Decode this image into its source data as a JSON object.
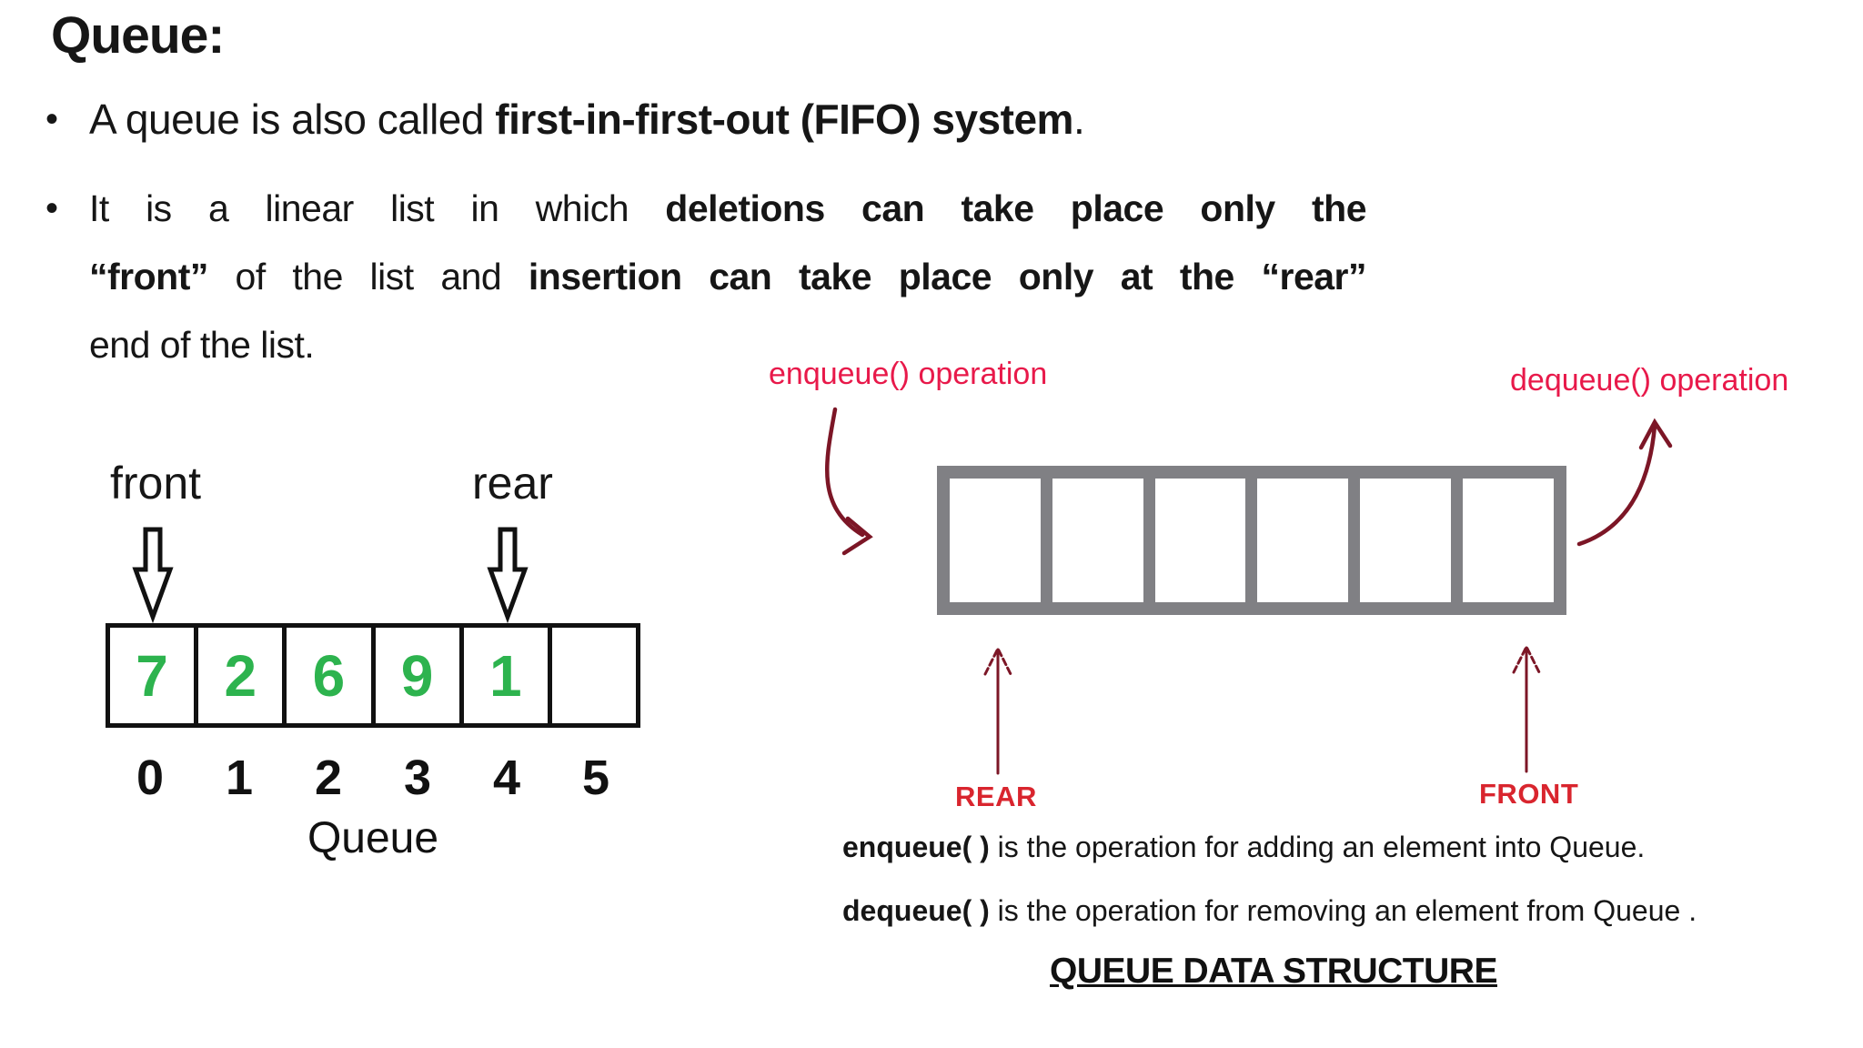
{
  "colors": {
    "background": "#ffffff",
    "text_black": "#161616",
    "value_green": "#2db34e",
    "label_red": "#e8194a",
    "badge_red": "#d9252e",
    "arrow_dark_red": "#7c1626",
    "array_gray": "#808084"
  },
  "title": "Queue:",
  "bullets": {
    "marker": "•",
    "b1_pre": "A queue is also called ",
    "b1_bold": "first-in-first-out (FIFO) system",
    "b1_post": ".",
    "b2_l1_normal": "It is a linear list in which ",
    "b2_l1_bold": "deletions can take place only the",
    "b2_l2_bold1": "“front”",
    "b2_l2_normal": " of the list and ",
    "b2_l2_bold2": "insertion can take place only at the “rear”",
    "b2_l3": "end of the list."
  },
  "left_diagram": {
    "front_label": "front",
    "rear_label": "rear",
    "values": [
      "7",
      "2",
      "6",
      "9",
      "1",
      ""
    ],
    "indices": [
      "0",
      "1",
      "2",
      "3",
      "4",
      "5"
    ],
    "caption": "Queue"
  },
  "right_diagram": {
    "enqueue_label": "enqueue() operation",
    "dequeue_label": "dequeue() operation",
    "rear_label": "REAR",
    "front_label": "FRONT",
    "enqueue_def_bold": "enqueue( )",
    "enqueue_def_rest": " is the operation for adding an element into Queue.",
    "dequeue_def_bold": "dequeue( )",
    "dequeue_def_rest": " is the operation for removing an element from Queue .",
    "caption": "QUEUE DATA STRUCTURE"
  }
}
